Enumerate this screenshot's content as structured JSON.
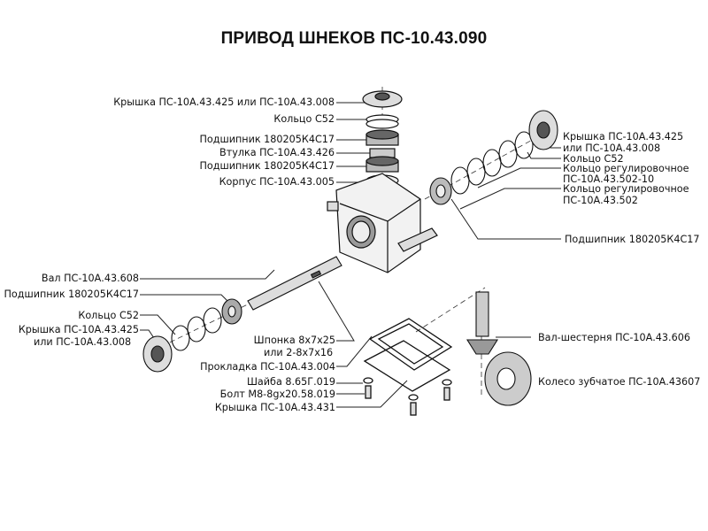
{
  "title": "ПРИВОД ШНЕКОВ ПС-10.43.090",
  "labels": {
    "top_cap": "Крышка ПС-10А.43.425 или ПС-10А.43.008",
    "top_ring": "Кольцо С52",
    "top_bearing1": "Подшипник 180205К4С17",
    "bushing": "Втулка ПС-10А.43.426",
    "top_bearing2": "Подшипник 180205К4С17",
    "housing": "Корпус ПС-10А.43.005",
    "right_cap_l1": "Крышка ПС-10А.43.425",
    "right_cap_l2": "или ПС-10А.43.008",
    "right_ring": "Кольцо С52",
    "adj_ring1_l1": "Кольцо регулировочное",
    "adj_ring1_l2": "ПС-10А.43.502-10",
    "adj_ring2_l1": "Кольцо регулировочное",
    "adj_ring2_l2": "ПС-10А.43.502",
    "right_bearing": "Подшипник 180205К4С17",
    "shaft": "Вал ПС-10А.43.608",
    "left_bearing": "Подшипник 180205К4С17",
    "left_ring": "Кольцо С52",
    "left_cap_l1": "Крышка ПС-10А.43.425",
    "left_cap_l2": "или ПС-10А.43.008",
    "key_l1": "Шпонка 8х7х25",
    "key_l2": "или 2-8х7х16",
    "gasket": "Прокладка ПС-10А.43.004",
    "washer": "Шайба 8.65Г.019",
    "bolt": "Болт М8-8gх20.58.019",
    "bottom_cover": "Крышка ПС-10А.43.431",
    "pinion_shaft": "Вал-шестерня ПС-10А.43.606",
    "gear": "Колесо зубчатое ПС-10А.43607"
  }
}
